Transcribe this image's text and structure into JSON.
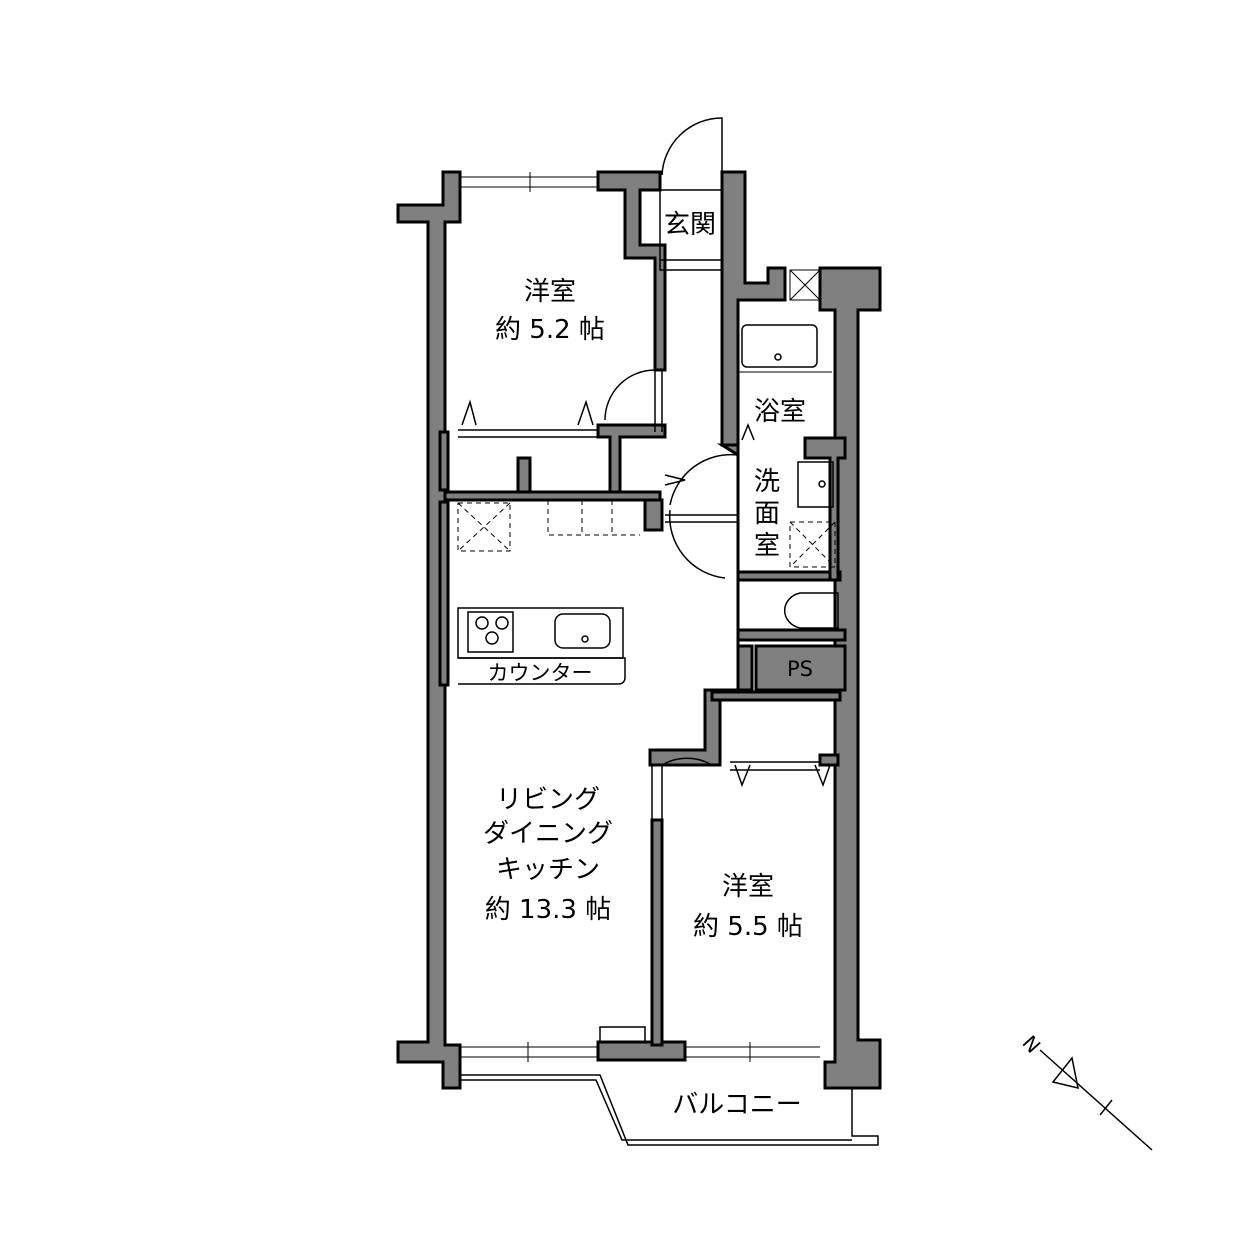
{
  "rooms": {
    "bedroom_north": {
      "name": "洋室",
      "size": "約 5.2 帖"
    },
    "entrance": {
      "name": "玄関"
    },
    "bath": {
      "name": "浴室"
    },
    "washroom": {
      "name": [
        "洗",
        "面",
        "室"
      ]
    },
    "ps": {
      "name": "PS"
    },
    "counter": {
      "name": "カウンター"
    },
    "ldk": {
      "name": [
        "リビング",
        "ダイニング",
        "キッチン"
      ],
      "size": "約 13.3 帖"
    },
    "bedroom_south": {
      "name": "洋室",
      "size": "約 5.5 帖"
    },
    "balcony": {
      "name": "バルコニー"
    }
  },
  "compass": {
    "label": "N"
  }
}
